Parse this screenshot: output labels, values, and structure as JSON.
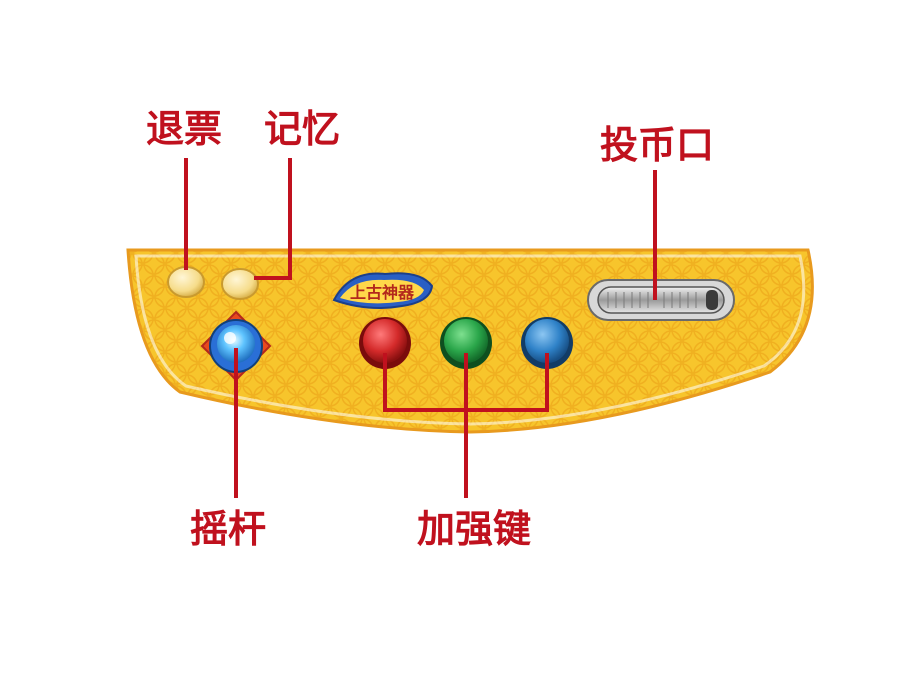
{
  "labels": {
    "refund": "退票",
    "memory": "记忆",
    "coin_slot": "投币口",
    "joystick": "摇杆",
    "boost_keys": "加强键"
  },
  "logo_text": "上古神器",
  "colors": {
    "label_text": "#c0111e",
    "callout_line": "#c0111e",
    "panel_fill": "#f7c52c",
    "panel_border": "#e89a1e",
    "red_button": "#d42a2a",
    "green_button": "#2aa64a",
    "blue_button": "#2f82c8",
    "joystick_blue": "#3a9fe8",
    "small_button": "#f6dc8a"
  },
  "icons": {
    "red_button": "arcade-button-red-icon",
    "green_button": "arcade-button-green-icon",
    "blue_button": "arcade-button-blue-icon",
    "joystick": "joystick-icon",
    "coin_slot": "coin-slot-icon",
    "refund_button": "round-button-icon",
    "memory_button": "round-button-icon",
    "logo": "logo-icon"
  }
}
